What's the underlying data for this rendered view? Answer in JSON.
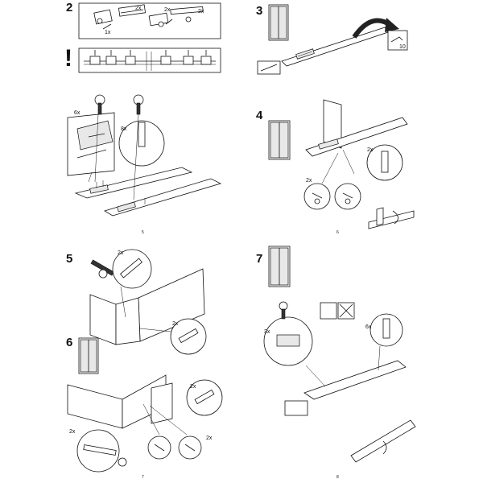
{
  "steps": [
    {
      "number": "2"
    },
    {
      "number": "3"
    },
    {
      "number": "4"
    },
    {
      "number": "5"
    },
    {
      "number": "6"
    },
    {
      "number": "7"
    }
  ],
  "step2": {
    "qty_a": "2x",
    "qty_b": "2x",
    "qty_c": "2x",
    "qty_d": "1x",
    "warning_symbol": "!"
  },
  "step3": {
    "ref_page": "10"
  },
  "panel5": {
    "qty_dowel": "6x",
    "qty_cam": "8x",
    "page": "5"
  },
  "step4": {
    "qty_a": "2x",
    "qty_b": "2x",
    "page": "6"
  },
  "step5": {
    "qty_a": "2x",
    "qty_b": "2x"
  },
  "step6": {
    "qty_a": "2x",
    "qty_b": "2x",
    "qty_c": "2x",
    "page": "7"
  },
  "step7": {
    "qty_a": "3x",
    "qty_b": "6x",
    "page": "8"
  },
  "icons": [
    "hand-arrow-icon",
    "warning-icon",
    "screwdriver-icon",
    "hammer-icon",
    "no-drill-icon"
  ]
}
